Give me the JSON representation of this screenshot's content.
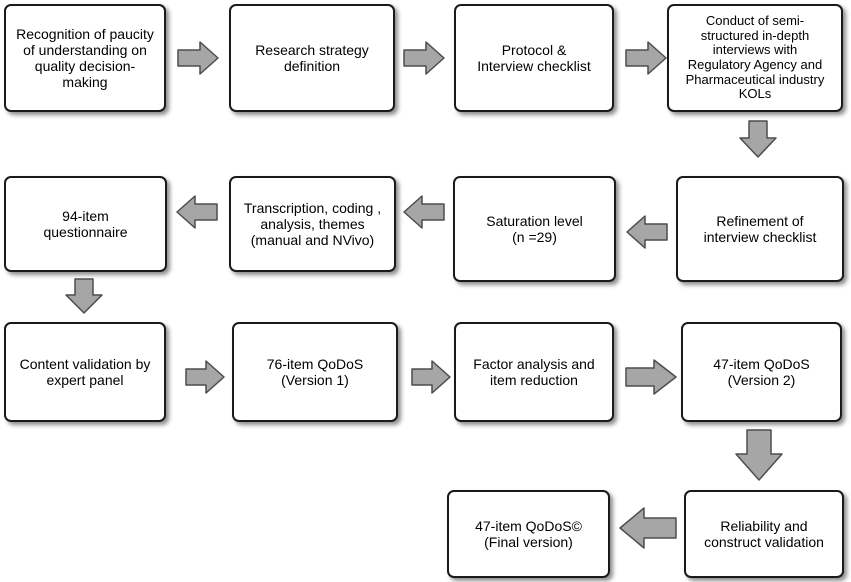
{
  "boxes": {
    "b1": "Recognition of paucity\nof understanding on\nquality decision-\nmaking",
    "b2": "Research strategy\ndefinition",
    "b3": "Protocol &\nInterview checklist",
    "b4": "Conduct of semi-\nstructured in-depth\ninterviews with\nRegulatory Agency and\nPharmaceutical industry\nKOLs",
    "b5": "Refinement of\ninterview checklist",
    "b6": "Saturation level\n(n =29)",
    "b7": "Transcription, coding ,\nanalysis, themes\n(manual and NVivo)",
    "b8": "94-item\nquestionnaire",
    "b9": "Content validation by\nexpert panel",
    "b10": "76-item QoDoS\n(Version 1)",
    "b11": "Factor analysis and\nitem reduction",
    "b12": "47-item QoDoS\n(Version 2)",
    "b13": "Reliability and\nconstruct validation",
    "b14": "47-item QoDoS©\n(Final version)"
  },
  "colors": {
    "arrow_fill": "#a6a6a6",
    "arrow_stroke": "#4d4d4d",
    "box_border": "#1a1a1a"
  }
}
